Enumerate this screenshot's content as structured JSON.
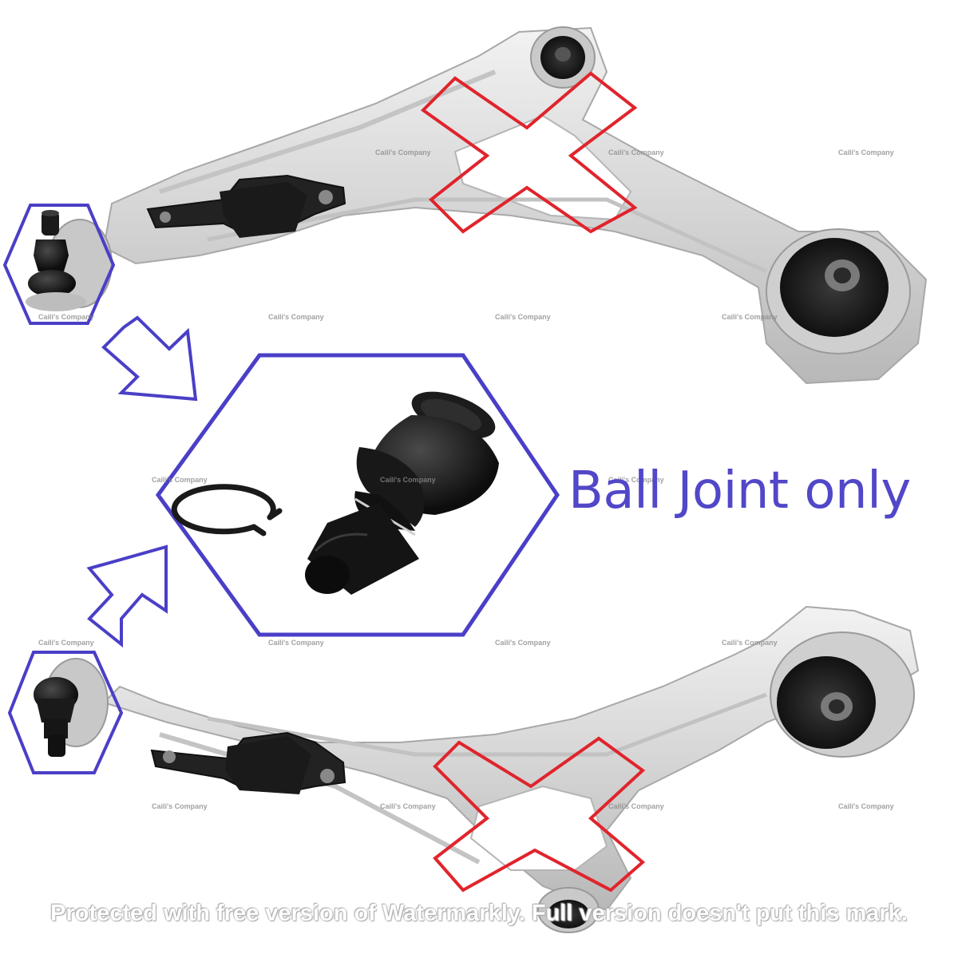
{
  "product": {
    "label": "Ball Joint only"
  },
  "watermarks": {
    "brand": "Caili's Company",
    "footer": "Protected with free version of Watermarkly. Full version doesn't put this mark."
  },
  "colors": {
    "highlight": "#4a3fc7",
    "exclusion_mark": "#e0242c",
    "label": "#5147c8",
    "metal": "#d9d9d9",
    "rubber": "#1a1a1a"
  },
  "icons": [
    "hexagon-highlight",
    "arrow-icon",
    "x-mark",
    "ball-joint",
    "retaining-clip",
    "control-arm",
    "bushing"
  ]
}
